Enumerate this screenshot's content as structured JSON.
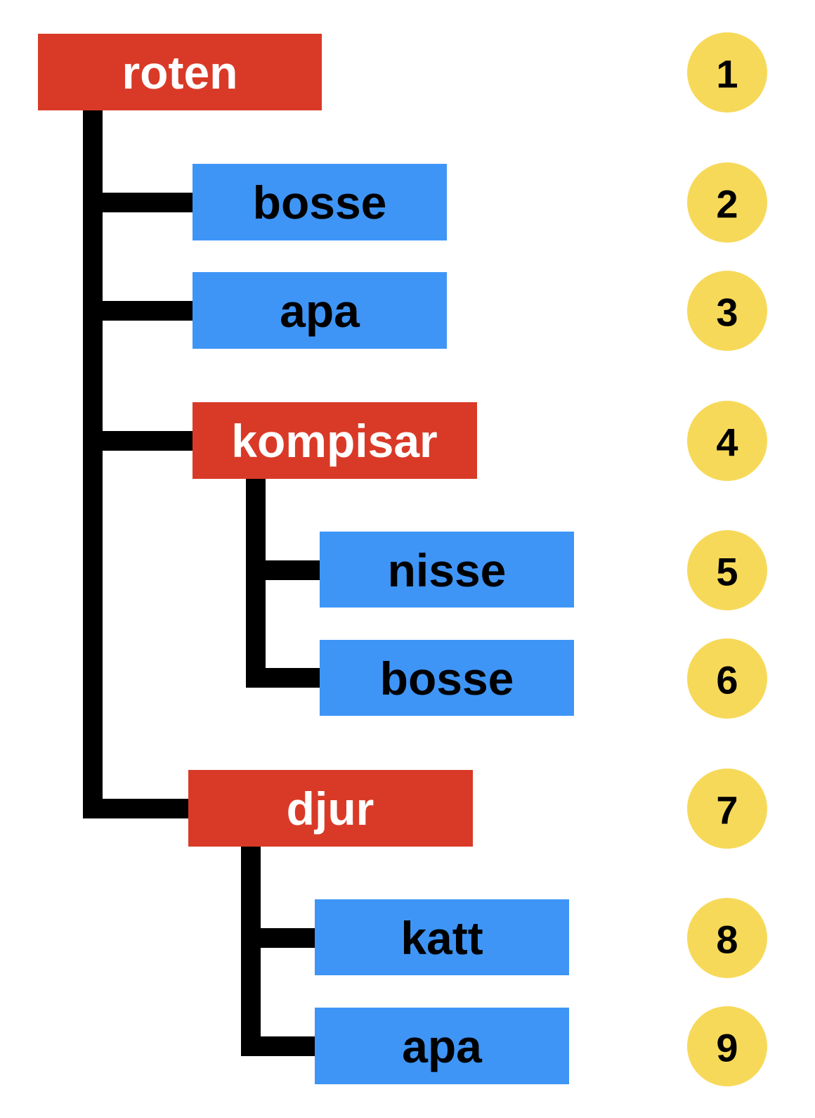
{
  "colors": {
    "folder": "#d93a27",
    "file": "#3e95f6",
    "folder_text": "#ffffff",
    "file_text": "#000000",
    "badge": "#f7d95a",
    "connector": "#000000"
  },
  "nodes": [
    {
      "label": "roten",
      "kind": "folder",
      "depth": 0,
      "number": "1"
    },
    {
      "label": "bosse",
      "kind": "file",
      "depth": 1,
      "number": "2"
    },
    {
      "label": "apa",
      "kind": "file",
      "depth": 1,
      "number": "3"
    },
    {
      "label": "kompisar",
      "kind": "folder",
      "depth": 1,
      "number": "4"
    },
    {
      "label": "nisse",
      "kind": "file",
      "depth": 2,
      "number": "5"
    },
    {
      "label": "bosse",
      "kind": "file",
      "depth": 2,
      "number": "6"
    },
    {
      "label": "djur",
      "kind": "folder",
      "depth": 1,
      "number": "7"
    },
    {
      "label": "katt",
      "kind": "file",
      "depth": 2,
      "number": "8"
    },
    {
      "label": "apa",
      "kind": "file",
      "depth": 2,
      "number": "9"
    }
  ]
}
